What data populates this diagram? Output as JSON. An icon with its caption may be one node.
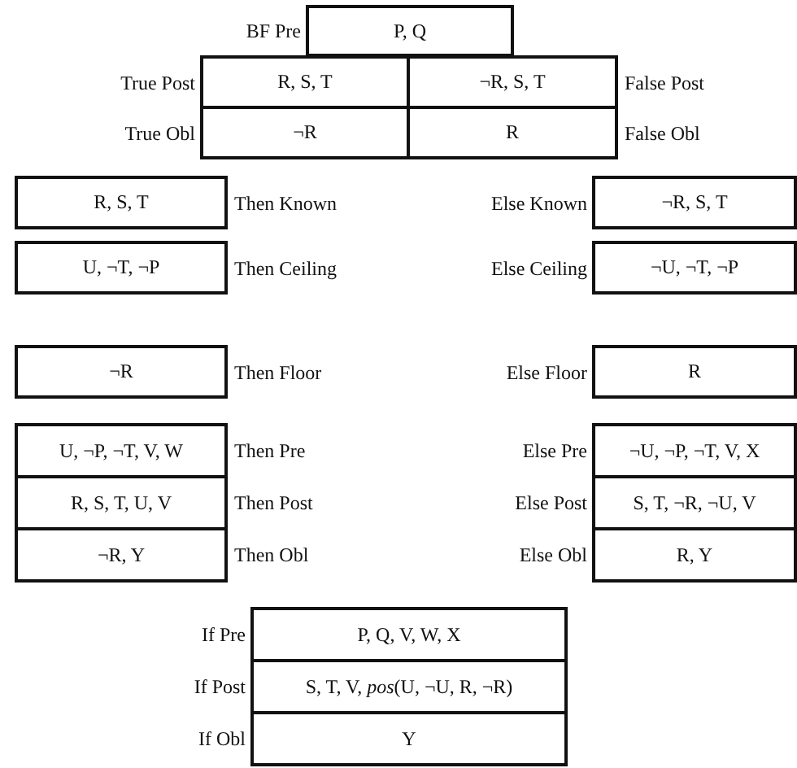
{
  "diagram": {
    "nodes": [
      {
        "text": [
          "P, Q"
        ],
        "beside": [
          "BF Pre"
        ]
      },
      {
        "text": [
          "R, S, T"
        ],
        "beside": [
          "True Post"
        ]
      },
      {
        "text": [
          "¬R, S, T"
        ],
        "beside": [
          "False Post"
        ]
      },
      {
        "text": [
          "¬R"
        ],
        "beside": [
          "True Obl"
        ]
      },
      {
        "text": [
          "R"
        ],
        "beside": [
          "False Obl"
        ]
      },
      {
        "text": [
          "R, S, T"
        ],
        "beside": [
          "Then Known"
        ]
      },
      {
        "text": [
          "¬R, S, T"
        ],
        "beside": [
          "Else Known"
        ]
      },
      {
        "text": [
          "U, ¬T, ¬P"
        ],
        "beside": [
          "Then Ceiling"
        ]
      },
      {
        "text": [
          "¬U, ¬T, ¬P"
        ],
        "beside": [
          "Else Ceiling"
        ]
      },
      {
        "text": [
          "¬R"
        ],
        "beside": [
          "Then Floor"
        ]
      },
      {
        "text": [
          "R"
        ],
        "beside": [
          "Else Floor"
        ]
      },
      {
        "text": [
          "U, ¬P, ¬T, V, W"
        ],
        "beside": [
          "Then Pre"
        ]
      },
      {
        "text": [
          "¬U, ¬P, ¬T, V, X"
        ],
        "beside": [
          "Else Pre"
        ]
      },
      {
        "text": [
          "R, S, T, U, V"
        ],
        "beside": [
          "Then Post"
        ]
      },
      {
        "text": [
          "S, T, ¬R, ¬U, V"
        ],
        "beside": [
          "Else Post"
        ]
      },
      {
        "text": [
          "¬R, Y"
        ],
        "beside": [
          "Then Obl"
        ]
      },
      {
        "text": [
          "R, Y"
        ],
        "beside": [
          "Else Obl"
        ]
      },
      {
        "text": [
          "P, Q, V, W, X"
        ],
        "beside": [
          "If Pre"
        ]
      },
      {
        "text": [
          "S, T, V, *pos*(U, ¬U, R, ¬R)"
        ],
        "beside": [
          "If Post"
        ]
      },
      {
        "text": [
          "Y"
        ],
        "beside": [
          "If Obl"
        ]
      }
    ]
  }
}
